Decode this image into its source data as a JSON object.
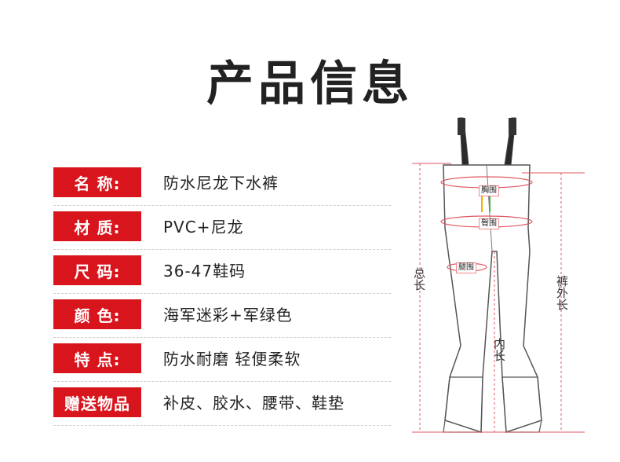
{
  "title": "产品信息",
  "rows": [
    {
      "label": "名  称:",
      "value": "防水尼龙下水裤"
    },
    {
      "label": "材  质:",
      "value": "PVC+尼龙"
    },
    {
      "label": "尺  码:",
      "value": "36-47鞋码"
    },
    {
      "label": "颜  色:",
      "value": "海军迷彩+军绿色"
    },
    {
      "label": "特  点:",
      "value": "防水耐磨 轻便柔软"
    },
    {
      "label": "赠送物品",
      "value": "补皮、胶水、腰带、鞋垫"
    }
  ],
  "diagram": {
    "total_length": "总长",
    "outer_length": "裤外长",
    "inner_length": "内长",
    "chest": "胸围",
    "hip": "臀围",
    "thigh": "腿围"
  },
  "colors": {
    "label_bg": "#d8151d",
    "measure": "#e05560"
  }
}
